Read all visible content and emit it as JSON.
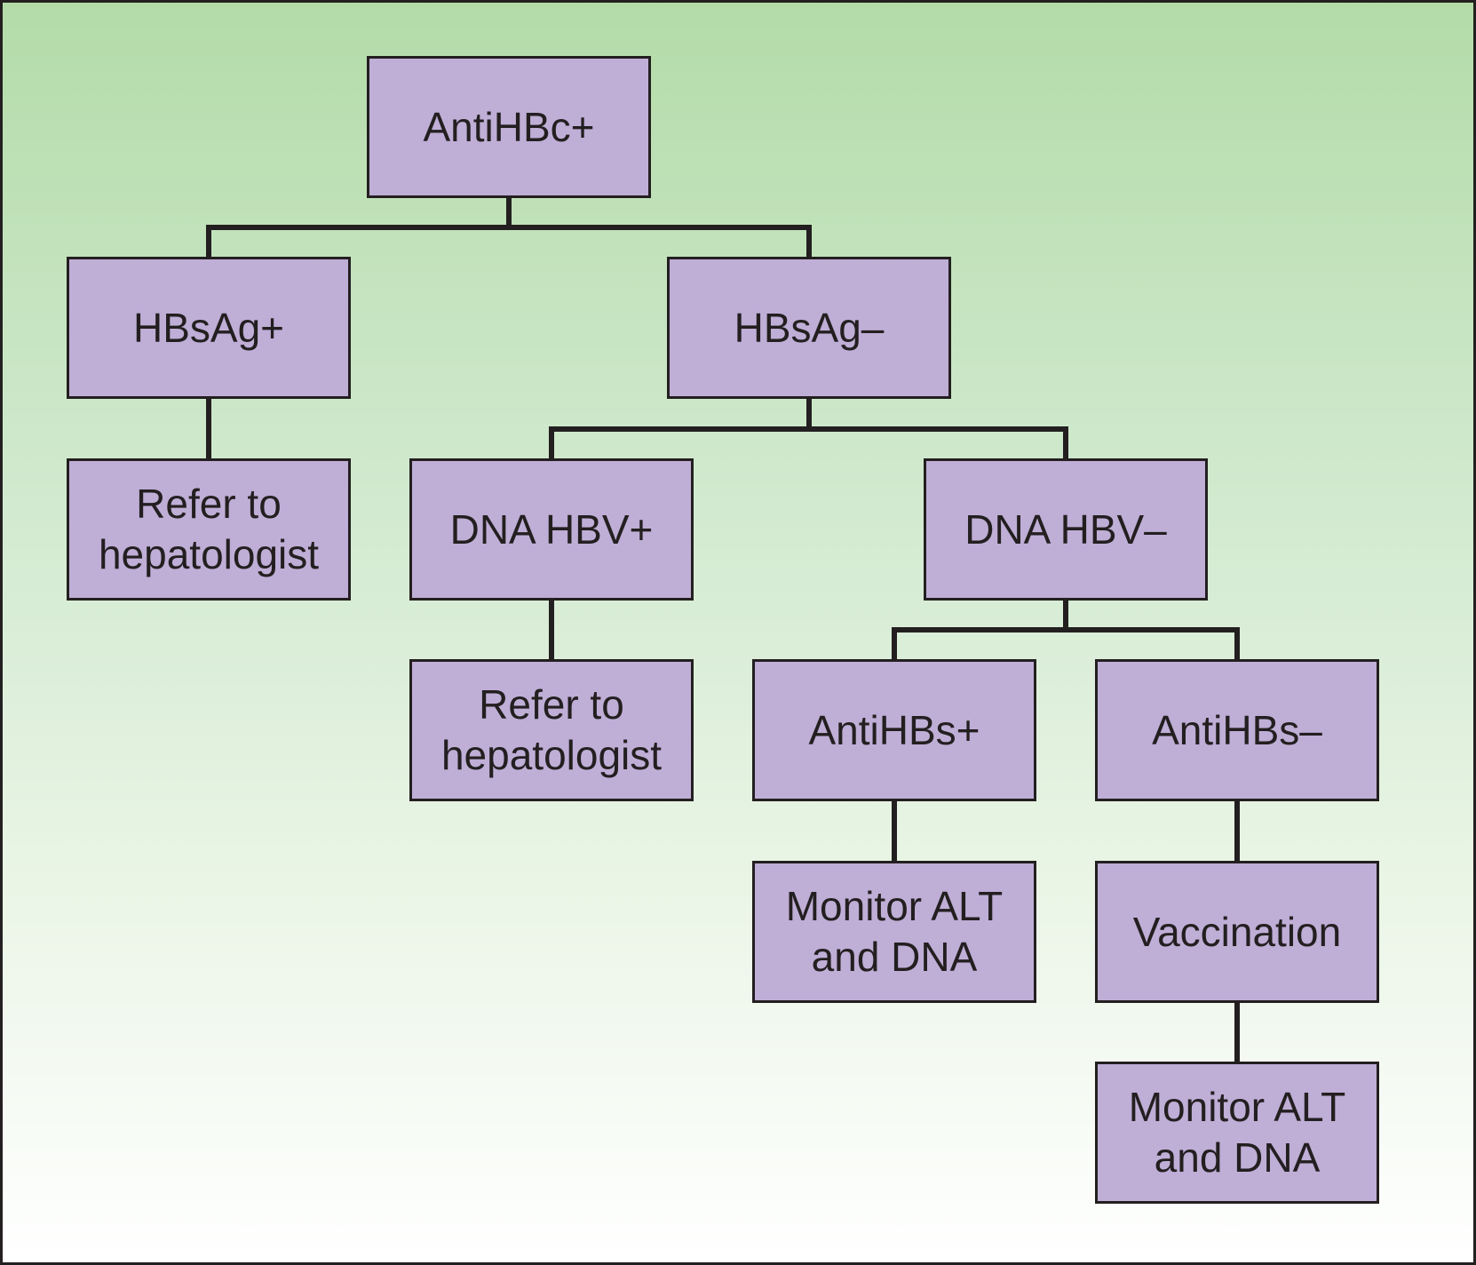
{
  "diagram": {
    "nodes": {
      "root": "AntiHBc+",
      "hbsag_pos": "HBsAg+",
      "hbsag_neg": "HBsAg–",
      "refer_1": "Refer to\nhepatologist",
      "dna_pos": "DNA HBV+",
      "dna_neg": "DNA HBV–",
      "refer_2": "Refer to\nhepatologist",
      "antihbs_pos": "AntiHBs+",
      "antihbs_neg": "AntiHBs–",
      "monitor_1": "Monitor ALT\nand DNA",
      "vaccination": "Vaccination",
      "monitor_2": "Monitor ALT\nand DNA"
    },
    "edges": [
      [
        "root",
        "hbsag_pos"
      ],
      [
        "root",
        "hbsag_neg"
      ],
      [
        "hbsag_pos",
        "refer_1"
      ],
      [
        "hbsag_neg",
        "dna_pos"
      ],
      [
        "hbsag_neg",
        "dna_neg"
      ],
      [
        "dna_pos",
        "refer_2"
      ],
      [
        "dna_neg",
        "antihbs_pos"
      ],
      [
        "dna_neg",
        "antihbs_neg"
      ],
      [
        "antihbs_pos",
        "monitor_1"
      ],
      [
        "antihbs_neg",
        "vaccination"
      ],
      [
        "vaccination",
        "monitor_2"
      ]
    ],
    "colors": {
      "box_fill": "#bfaed6",
      "line": "#231f20",
      "background_top": "#b3dba8",
      "background_bottom": "#ffffff"
    }
  }
}
